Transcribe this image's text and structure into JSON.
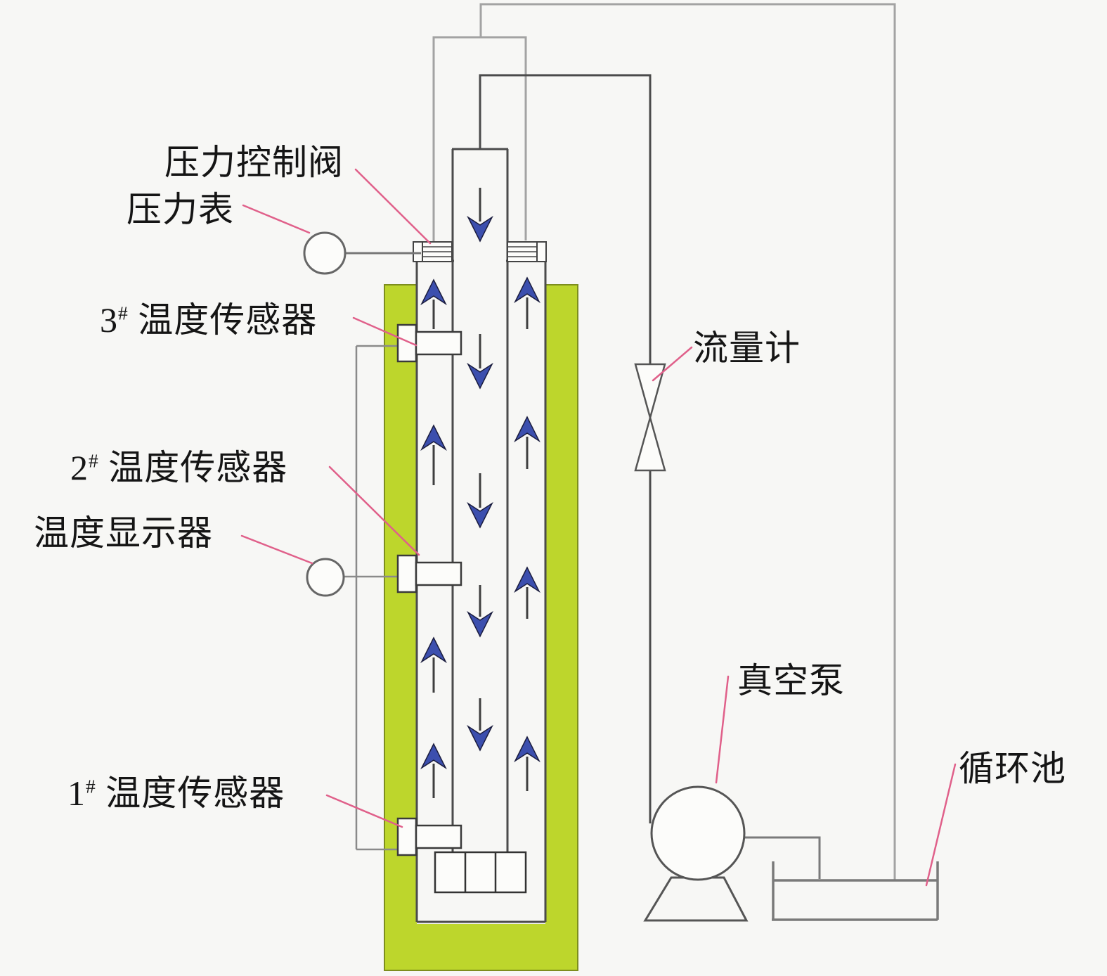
{
  "labels": {
    "pressure_control_valve": "压力控制阀",
    "pressure_gauge": "压力表",
    "sensor3": {
      "num": "3",
      "sup": "#",
      "name": " 温度传感器"
    },
    "sensor2": {
      "num": "2",
      "sup": "#",
      "name": " 温度传感器"
    },
    "temp_display": "温度显示器",
    "sensor1": {
      "num": "1",
      "sup": "#",
      "name": " 温度传感器"
    },
    "flowmeter": "流量计",
    "vacuum_pump": "真空泵",
    "circulation_pool": "循环池"
  },
  "colors": {
    "background": "#f7f7f5",
    "jacket_green": "#bdd62c",
    "jacket_border": "#7d8e1e",
    "leader_pink": "#e0608a",
    "arrow_fill": "#3c4fae",
    "arrow_outline": "#1b1d3e",
    "line_dark": "#4b4b4b",
    "line_medium": "#7a7a7a",
    "line_light": "#a3a3a3"
  }
}
